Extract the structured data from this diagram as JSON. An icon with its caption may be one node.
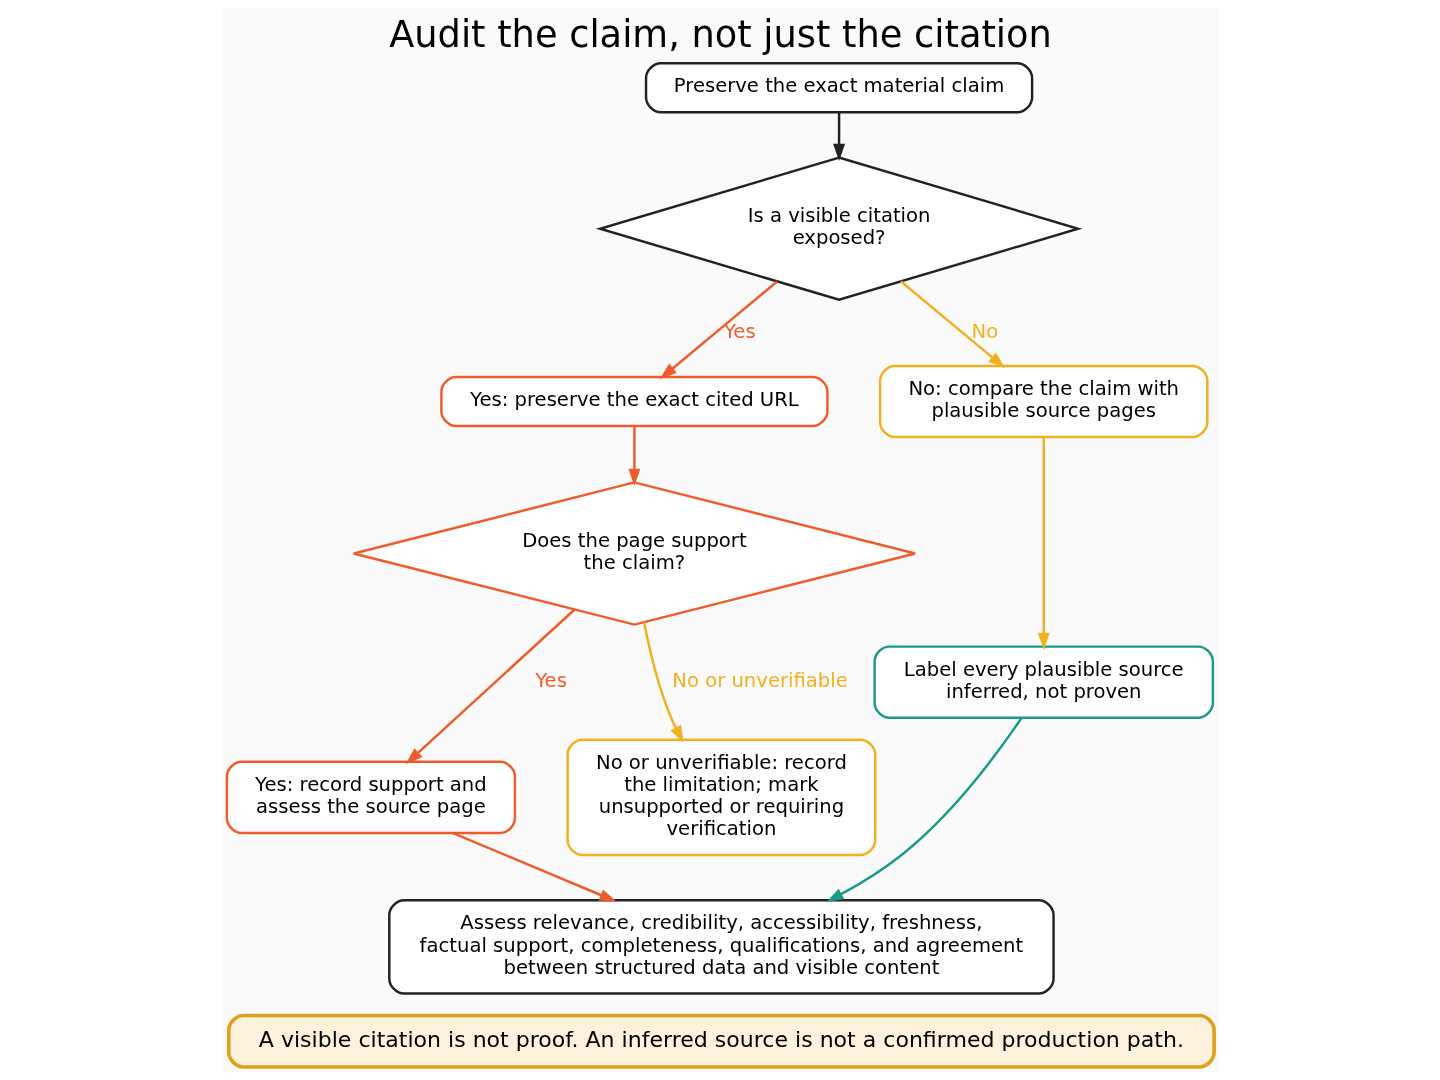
{
  "diagram": {
    "title": "Audit the claim, not just the citation",
    "nodes": [
      {
        "text": [
          "Preserve the exact material claim"
        ]
      },
      {
        "text": [
          "Is a visible citation exposed?"
        ]
      },
      {
        "text": [
          "Yes: preserve the exact cited URL"
        ]
      },
      {
        "text": [
          "No: compare the claim with plausible source pages"
        ]
      },
      {
        "text": [
          "Does the page support the claim?"
        ]
      },
      {
        "text": [
          "Label every plausible source inferred, not proven"
        ]
      },
      {
        "text": [
          "Yes: record support and assess the source page"
        ]
      },
      {
        "text": [
          "No or unverifiable: record the limitation; mark unsupported or requiring verification"
        ]
      },
      {
        "text": [
          "Assess relevance, credibility, accessibility, freshness, factual support, completeness, qualifications, and agreement between structured data and visible content"
        ]
      },
      {
        "text": [
          "A visible citation is not proof. An inferred source is not a confirmed production path."
        ]
      }
    ],
    "edges": [
      {
        "from": 0,
        "to": 1,
        "arrow": "to",
        "color": "#222222"
      },
      {
        "from": 1,
        "to": 2,
        "arrow": "to",
        "label": "Yes"
      },
      {
        "from": 1,
        "to": 3,
        "arrow": "to",
        "label": "No",
        "color": "#f0b020"
      },
      {
        "from": 2,
        "to": 4,
        "arrow": "to"
      },
      {
        "from": 3,
        "to": 5,
        "arrow": "to",
        "color": "#f0b020"
      },
      {
        "from": 4,
        "to": 6,
        "arrow": "to",
        "label": "Yes"
      },
      {
        "from": 4,
        "to": 7,
        "arrow": "to",
        "label": "No or unverifiable",
        "color": "#f0b020"
      },
      {
        "from": 6,
        "to": 8,
        "arrow": "to"
      },
      {
        "from": 5,
        "to": 8,
        "arrow": "to",
        "color": "#1a9a8a"
      }
    ]
  }
}
